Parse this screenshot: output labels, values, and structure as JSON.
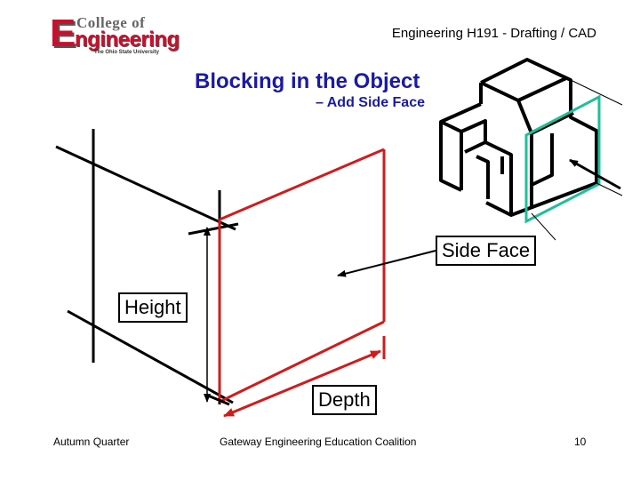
{
  "header": {
    "logo": {
      "letter": "E",
      "college": "College of",
      "engineering": "ngineering",
      "university": "The Ohio State University"
    },
    "course": "Engineering H191  - Drafting / CAD"
  },
  "slide": {
    "title": "Blocking in the Object",
    "subtitle": "– Add Side Face"
  },
  "labels": {
    "side_face": "Side Face",
    "height": "Height",
    "depth": "Depth"
  },
  "footer": {
    "left": "Autumn Quarter",
    "center": "Gateway Engineering Education Coalition",
    "page_number": "10"
  },
  "colors": {
    "title": "#1a1aa6",
    "highlight_red": "#d01c1c",
    "side_face_teal": "#1fbf9a",
    "logo_red": "#c8102e"
  }
}
